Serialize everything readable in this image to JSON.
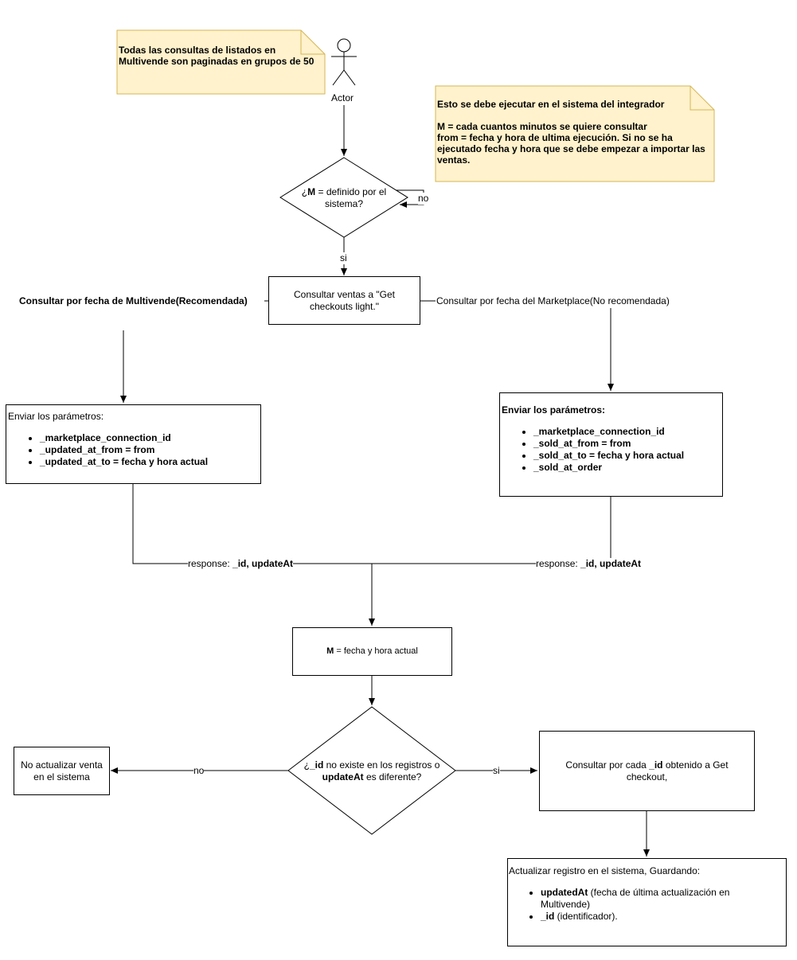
{
  "notes": {
    "pagination": "Todas las consultas de listados en Multivende son paginadas en grupos de 50",
    "integrator_title": "Esto se debe ejecutar en el sistema del integrador",
    "integrator_m_key": "M",
    "integrator_m_rest": " = cada cuantos minutos se quiere consultar",
    "integrator_from": "from = fecha y hora de ultima ejecución. Si no se ha ejecutado fecha y hora que se debe empezar a importar las ventas."
  },
  "actor": {
    "label": "Actor"
  },
  "decision1": {
    "prefix": "¿",
    "key": "M",
    "rest": " = definido por el sistema?",
    "loop_label": "no",
    "yes_label": "si"
  },
  "consult": {
    "label": "Consultar ventas a \"Get checkouts light.\""
  },
  "branches": {
    "left_label": "Consultar por fecha de Multivende(Recomendada)",
    "right_label": "Consultar por fecha del Marketplace(No recomendada)"
  },
  "params_left": {
    "title": "Enviar los parámetros:",
    "items": [
      "_marketplace_connection_id",
      "_updated_at_from = from",
      "_updated_at_to = fecha y hora actual"
    ]
  },
  "params_right": {
    "title": "Enviar los parámetros:",
    "items": [
      "_marketplace_connection_id",
      "_sold_at_from = from",
      "_sold_at_to = fecha y hora actual",
      "_sold_at_order"
    ]
  },
  "responses": {
    "prefix": "response: ",
    "fields": "_id, updateAt"
  },
  "set_m": {
    "key": "M",
    "rest": " = fecha y hora actual"
  },
  "decision2": {
    "prefix": "¿",
    "id_key": "_id",
    "middle": " no existe en los registros o ",
    "update_key": "updateAt",
    "suffix": " es diferente?",
    "no_label": "no",
    "yes_label": "si"
  },
  "no_update": {
    "label": "No actualizar venta en el sistema"
  },
  "get_checkout": {
    "prefix": "Consultar por cada ",
    "key": "_id",
    "suffix": " obtenido a Get checkout,"
  },
  "update_record": {
    "title": "Actualizar registro en el sistema, Guardando:",
    "item1_key": "updatedAt",
    "item1_rest": " (fecha de última actualización en Multivende)",
    "item2_key": "_id",
    "item2_rest": " (identificador)."
  },
  "colors": {
    "note_fill": "#fff2cc",
    "note_stroke": "#d6b656",
    "line": "#000000"
  }
}
